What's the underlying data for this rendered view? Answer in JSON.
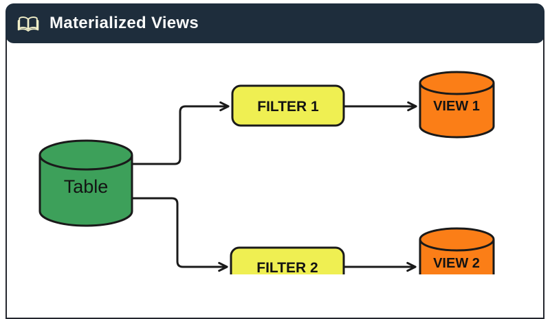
{
  "header": {
    "title": "Materialized Views",
    "icon": "open-book",
    "background_color": "#1e2d3c",
    "title_color": "#fafafa",
    "icon_color": "#f2f0c9"
  },
  "diagram": {
    "stroke_color": "#1a1a1a",
    "nodes": {
      "table": {
        "label": "Table",
        "shape": "cylinder",
        "fill": "#3da05a"
      },
      "filter1": {
        "label": "FILTER 1",
        "shape": "rounded-rect",
        "fill": "#efef52"
      },
      "filter2": {
        "label": "FILTER 2",
        "shape": "rounded-rect",
        "fill": "#efef52"
      },
      "view1": {
        "label": "VIEW 1",
        "shape": "cylinder",
        "fill": "#fb7e17"
      },
      "view2": {
        "label": "VIEW 2",
        "shape": "cylinder",
        "fill": "#fb7e17"
      }
    },
    "edges": [
      {
        "from": "table",
        "to": "filter1"
      },
      {
        "from": "table",
        "to": "filter2"
      },
      {
        "from": "filter1",
        "to": "view1"
      },
      {
        "from": "filter2",
        "to": "view2"
      }
    ]
  }
}
